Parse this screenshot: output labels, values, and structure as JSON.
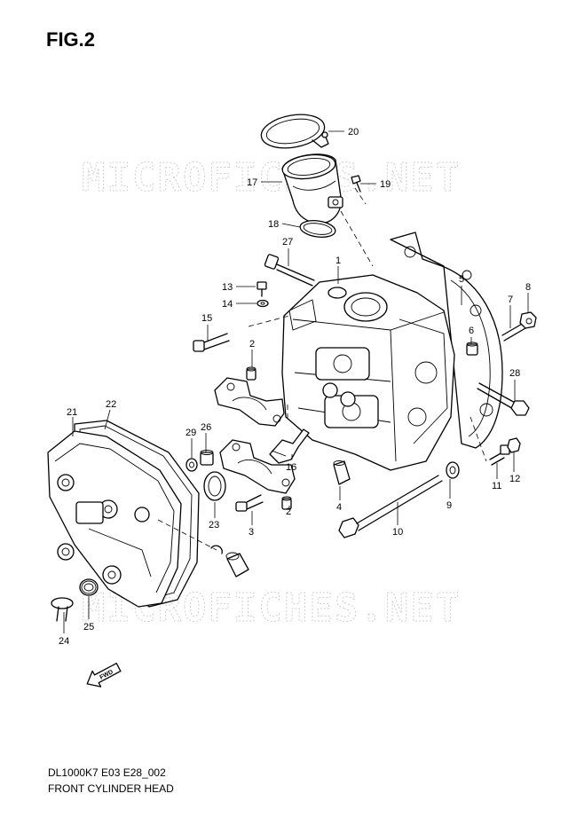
{
  "figure": {
    "title": "FIG.2",
    "code": "DL1000K7 E03 E28_002",
    "caption": "FRONT CYLINDER HEAD"
  },
  "watermark": {
    "text": "MICROFICHES.NET",
    "color": "#cfcfcf"
  },
  "callouts": {
    "c1": "1",
    "c2a": "2",
    "c2b": "2",
    "c3": "3",
    "c4": "4",
    "c5": "5",
    "c6": "6",
    "c7": "7",
    "c8": "8",
    "c9": "9",
    "c10": "10",
    "c11": "11",
    "c12": "12",
    "c13": "13",
    "c14": "14",
    "c15": "15",
    "c16": "16",
    "c17": "17",
    "c18": "18",
    "c19": "19",
    "c20": "20",
    "c21": "21",
    "c22": "22",
    "c23": "23",
    "c24": "24",
    "c25": "25",
    "c26": "26",
    "c27": "27",
    "c28": "28",
    "c29": "29"
  },
  "fwd_arrow": {
    "label": "FWD",
    "icon": "fwd-arrow-icon"
  }
}
